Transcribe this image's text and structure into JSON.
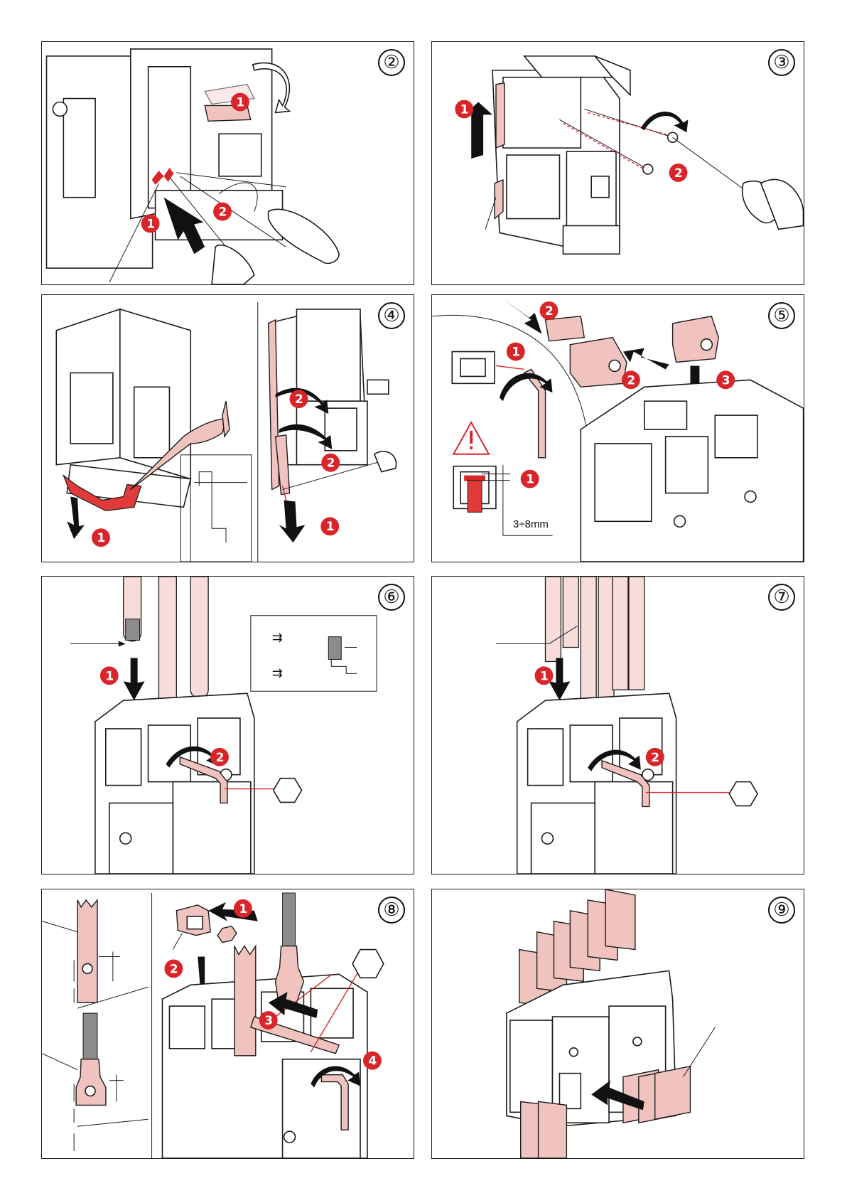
{
  "panels": [
    {
      "step": "②"
    },
    {
      "step": "③"
    },
    {
      "step": "④"
    },
    {
      "step": "⑤",
      "dimension": "3÷8mm"
    },
    {
      "step": "⑥"
    },
    {
      "step": "⑦"
    },
    {
      "step": "⑧"
    },
    {
      "step": "⑨"
    }
  ],
  "badges": {
    "one": "1",
    "two": "2",
    "three": "3",
    "four": "4"
  },
  "colors": {
    "badge": "#d9252a",
    "part_highlight": "#f1c3bf",
    "line": "#1a1a1a"
  },
  "icons": [
    "warning-triangle-icon",
    "hex-key-icon",
    "screwdriver-icon"
  ]
}
